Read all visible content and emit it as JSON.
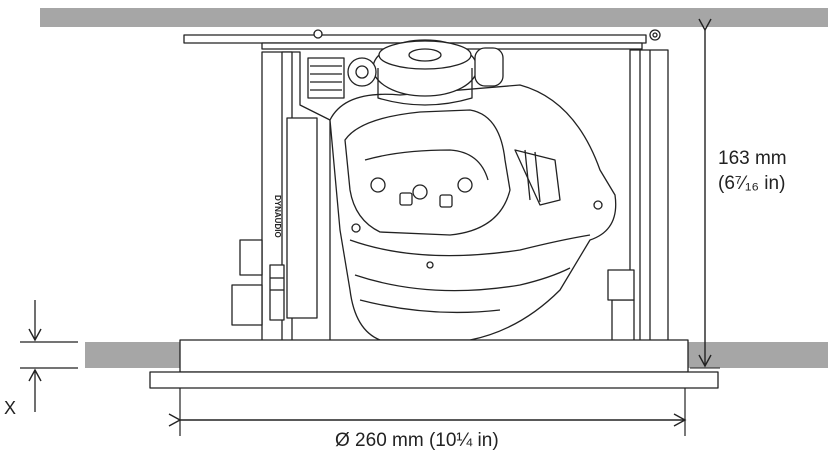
{
  "brand": "DYNAUDIO",
  "dimensions": {
    "height_metric": "163 mm",
    "height_imperial": "(6⁷⁄₁₆ in)",
    "diameter": "Ø 260 mm (10¼ in)",
    "offset_label": "X"
  },
  "colors": {
    "ceiling": "#a6a6a6",
    "line": "#222222",
    "background": "#ffffff"
  }
}
